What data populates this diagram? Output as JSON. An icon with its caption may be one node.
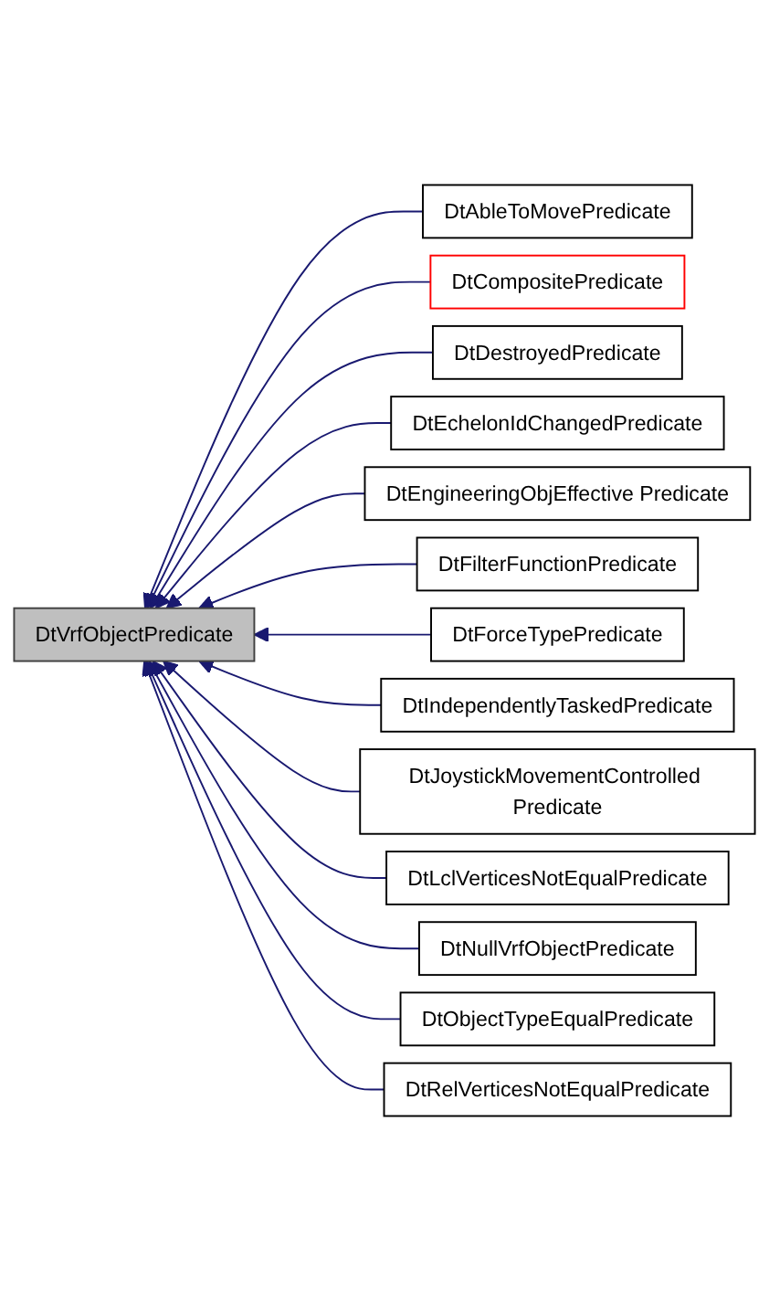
{
  "diagram": {
    "nodes": [
      {
        "text": [
          "DtVrfObjectPredicate"
        ]
      },
      {
        "text": [
          "DtAbleToMovePredicate"
        ]
      },
      {
        "text": [
          "DtCompositePredicate"
        ]
      },
      {
        "text": [
          "DtDestroyedPredicate"
        ]
      },
      {
        "text": [
          "DtEchelonIdChangedPredicate"
        ]
      },
      {
        "text": [
          "DtEngineeringObjEffective Predicate"
        ]
      },
      {
        "text": [
          "DtFilterFunctionPredicate"
        ]
      },
      {
        "text": [
          "DtForceTypePredicate"
        ]
      },
      {
        "text": [
          "DtIndependentlyTaskedPredicate"
        ]
      },
      {
        "text": [
          "DtJoystickMovementControlled Predicate"
        ]
      },
      {
        "text": [
          "DtLclVerticesNotEqualPredicate"
        ]
      },
      {
        "text": [
          "DtNullVrfObjectPredicate"
        ]
      },
      {
        "text": [
          "DtObjectTypeEqualPredicate"
        ]
      },
      {
        "text": [
          "DtRelVerticesNotEqualPredicate"
        ]
      }
    ],
    "edges": [
      {
        "from": 1,
        "to": 0,
        "arrow": "to"
      },
      {
        "from": 2,
        "to": 0,
        "arrow": "to"
      },
      {
        "from": 3,
        "to": 0,
        "arrow": "to"
      },
      {
        "from": 4,
        "to": 0,
        "arrow": "to"
      },
      {
        "from": 5,
        "to": 0,
        "arrow": "to"
      },
      {
        "from": 6,
        "to": 0,
        "arrow": "to"
      },
      {
        "from": 7,
        "to": 0,
        "arrow": "to"
      },
      {
        "from": 8,
        "to": 0,
        "arrow": "to"
      },
      {
        "from": 9,
        "to": 0,
        "arrow": "to"
      },
      {
        "from": 10,
        "to": 0,
        "arrow": "to"
      },
      {
        "from": 11,
        "to": 0,
        "arrow": "to"
      },
      {
        "from": 12,
        "to": 0,
        "arrow": "to"
      },
      {
        "from": 13,
        "to": 0,
        "arrow": "to"
      }
    ]
  }
}
